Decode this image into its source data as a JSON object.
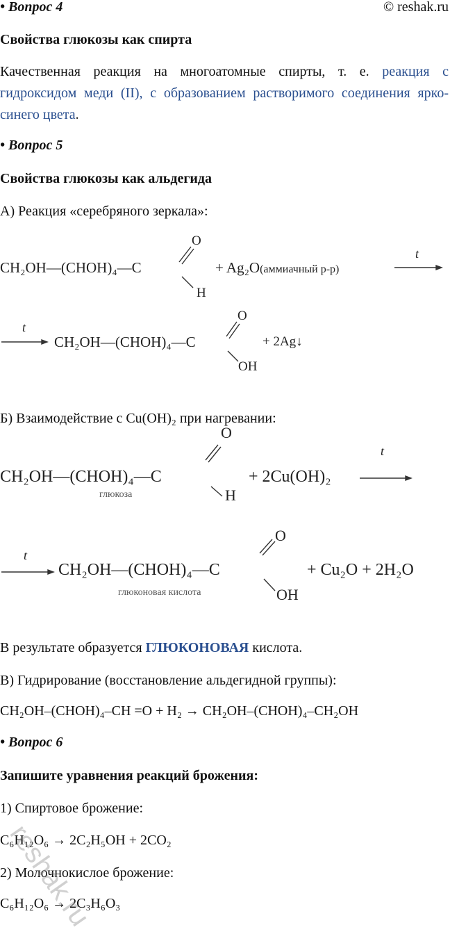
{
  "header": {
    "q4": "• Вопрос 4",
    "copyright": "© reshak.ru"
  },
  "q4": {
    "heading": "Свойства глюкозы как спирта",
    "text_plain": "Качественная реакция на многоатомные спирты, т. е. ",
    "text_blue": "реакция с гидроксидом меди (II), с образованием растворимого соединения ярко-синего цвета",
    "text_end": "."
  },
  "q5": {
    "label": "• Вопрос 5",
    "heading": "Свойства глюкозы как альдегида",
    "a_label": "А) Реакция «серебряного зеркала»:",
    "r1": {
      "main": "CH₂OH—(CHOH)₄—C",
      "o": "O",
      "h": "H",
      "reagent": "+ Ag₂O",
      "reagent_note": "(аммиачный р-р)",
      "t": "t",
      "product": "CH₂OH—(CHOH)₄—C",
      "oh": "OH",
      "byproduct": "+  2Ag↓"
    },
    "b_label": "Б) Взаимодействие с Cu(OH)₂ при нагревании:",
    "r2": {
      "main": "CH₂OH—(CHOH)₄—C",
      "o": "O",
      "h": "H",
      "name1": "глюкоза",
      "reagent": "+ 2Cu(OH)₂",
      "t": "t",
      "product": "CH₂OH—(CHOH)₄—C",
      "oh": "OH",
      "name2": "глюконовая кислота",
      "byproduct": "+  Cu₂O + 2H₂O"
    },
    "result_pre": "В результате образуется ",
    "result_bold": "ГЛЮКОНОВАЯ",
    "result_post": " кислота.",
    "c_label": "В) Гидрирование (восстановление альдегидной группы):",
    "c_eq": "CH₂OH–(CHOH)₄–CH =O + H₂  → CH₂OH–(CHOH)₄–CH₂OH"
  },
  "q6": {
    "label": "• Вопрос 6",
    "heading": "Запишите уравнения реакций брожения:",
    "i1": "1) Спиртовое брожение:",
    "eq1": "C₆H₁₂O₆ → 2C₂H₅OH + 2CO₂",
    "i2": "2) Молочнокислое брожение:",
    "eq2": "C₆H₁₂O₆ → 2C₃H₆O₃"
  },
  "watermark": "reshak.ru"
}
